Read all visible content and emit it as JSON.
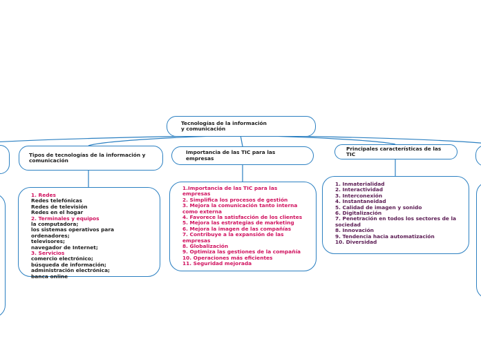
{
  "colors": {
    "line": "#2a7fc1",
    "accent": "#d0115e",
    "purple": "#5a1a52",
    "text": "#1a1a1a"
  },
  "root": {
    "title": "Tecnologías de la información y comunicación"
  },
  "branches": [
    {
      "title": "Tipos de tecnologías de la información y comunicación",
      "lines": [
        {
          "text": "1. Redes",
          "style": "pink"
        },
        {
          "text": "Redes telefónicas",
          "style": "dark"
        },
        {
          "text": "Redes de televisión",
          "style": "dark"
        },
        {
          "text": "Redes en el hogar",
          "style": "dark"
        },
        {
          "text": "2. Terminales y equipos",
          "style": "pink"
        },
        {
          "text": "la computadora;",
          "style": "dark"
        },
        {
          "text": "los sistemas operativos para ordenadores;",
          "style": "dark"
        },
        {
          "text": "televisores;",
          "style": "dark"
        },
        {
          "text": "navegador de Internet;",
          "style": "dark"
        },
        {
          "text": "3. Servicios",
          "style": "pink"
        },
        {
          "text": "comercio electrónico;",
          "style": "dark"
        },
        {
          "text": "búsqueda de información;",
          "style": "dark"
        },
        {
          "text": "administración electrónica;",
          "style": "dark"
        },
        {
          "text": "banca online",
          "style": "dark"
        }
      ]
    },
    {
      "title": "Importancia de las TIC para las empresas",
      "lines": [
        {
          "text": "1.Importancia de las TIC para las empresas",
          "style": "pink"
        },
        {
          "text": "2. Simplifica los procesos de gestión",
          "style": "pink"
        },
        {
          "text": "3. Mejora la comunicación tanto interna como externa",
          "style": "pink"
        },
        {
          "text": "4. Favorece la satisfacción de los clientes",
          "style": "pink"
        },
        {
          "text": "5. Mejora las estrategias de marketing",
          "style": "pink"
        },
        {
          "text": "6. Mejora la imagen de las compañías",
          "style": "pink"
        },
        {
          "text": "7. Contribuye a la expansión de las empresas",
          "style": "pink"
        },
        {
          "text": "8. Globalización",
          "style": "pink"
        },
        {
          "text": "9. Optimiza las gestiones de la compañía",
          "style": "pink"
        },
        {
          "text": "10. Operaciones más eficientes",
          "style": "pink"
        },
        {
          "text": "11. Seguridad mejorada",
          "style": "pink"
        }
      ]
    },
    {
      "title": "Principales características de las TIC",
      "lines": [
        {
          "text": "1. Inmaterialidad",
          "style": "purple"
        },
        {
          "text": "2. Interactividad",
          "style": "purple"
        },
        {
          "text": "3. Interconexión",
          "style": "purple"
        },
        {
          "text": "4. Instantaneidad",
          "style": "purple"
        },
        {
          "text": "5. Calidad de imagen y sonido",
          "style": "purple"
        },
        {
          "text": "6. Digitalización",
          "style": "purple"
        },
        {
          "text": "7. Penetración en todos los sectores de la sociedad",
          "style": "purple"
        },
        {
          "text": "8. Innovación",
          "style": "purple"
        },
        {
          "text": "9. Tendencia hacia automatización",
          "style": "purple"
        },
        {
          "text": "10. Diversidad",
          "style": "purple"
        }
      ]
    }
  ]
}
